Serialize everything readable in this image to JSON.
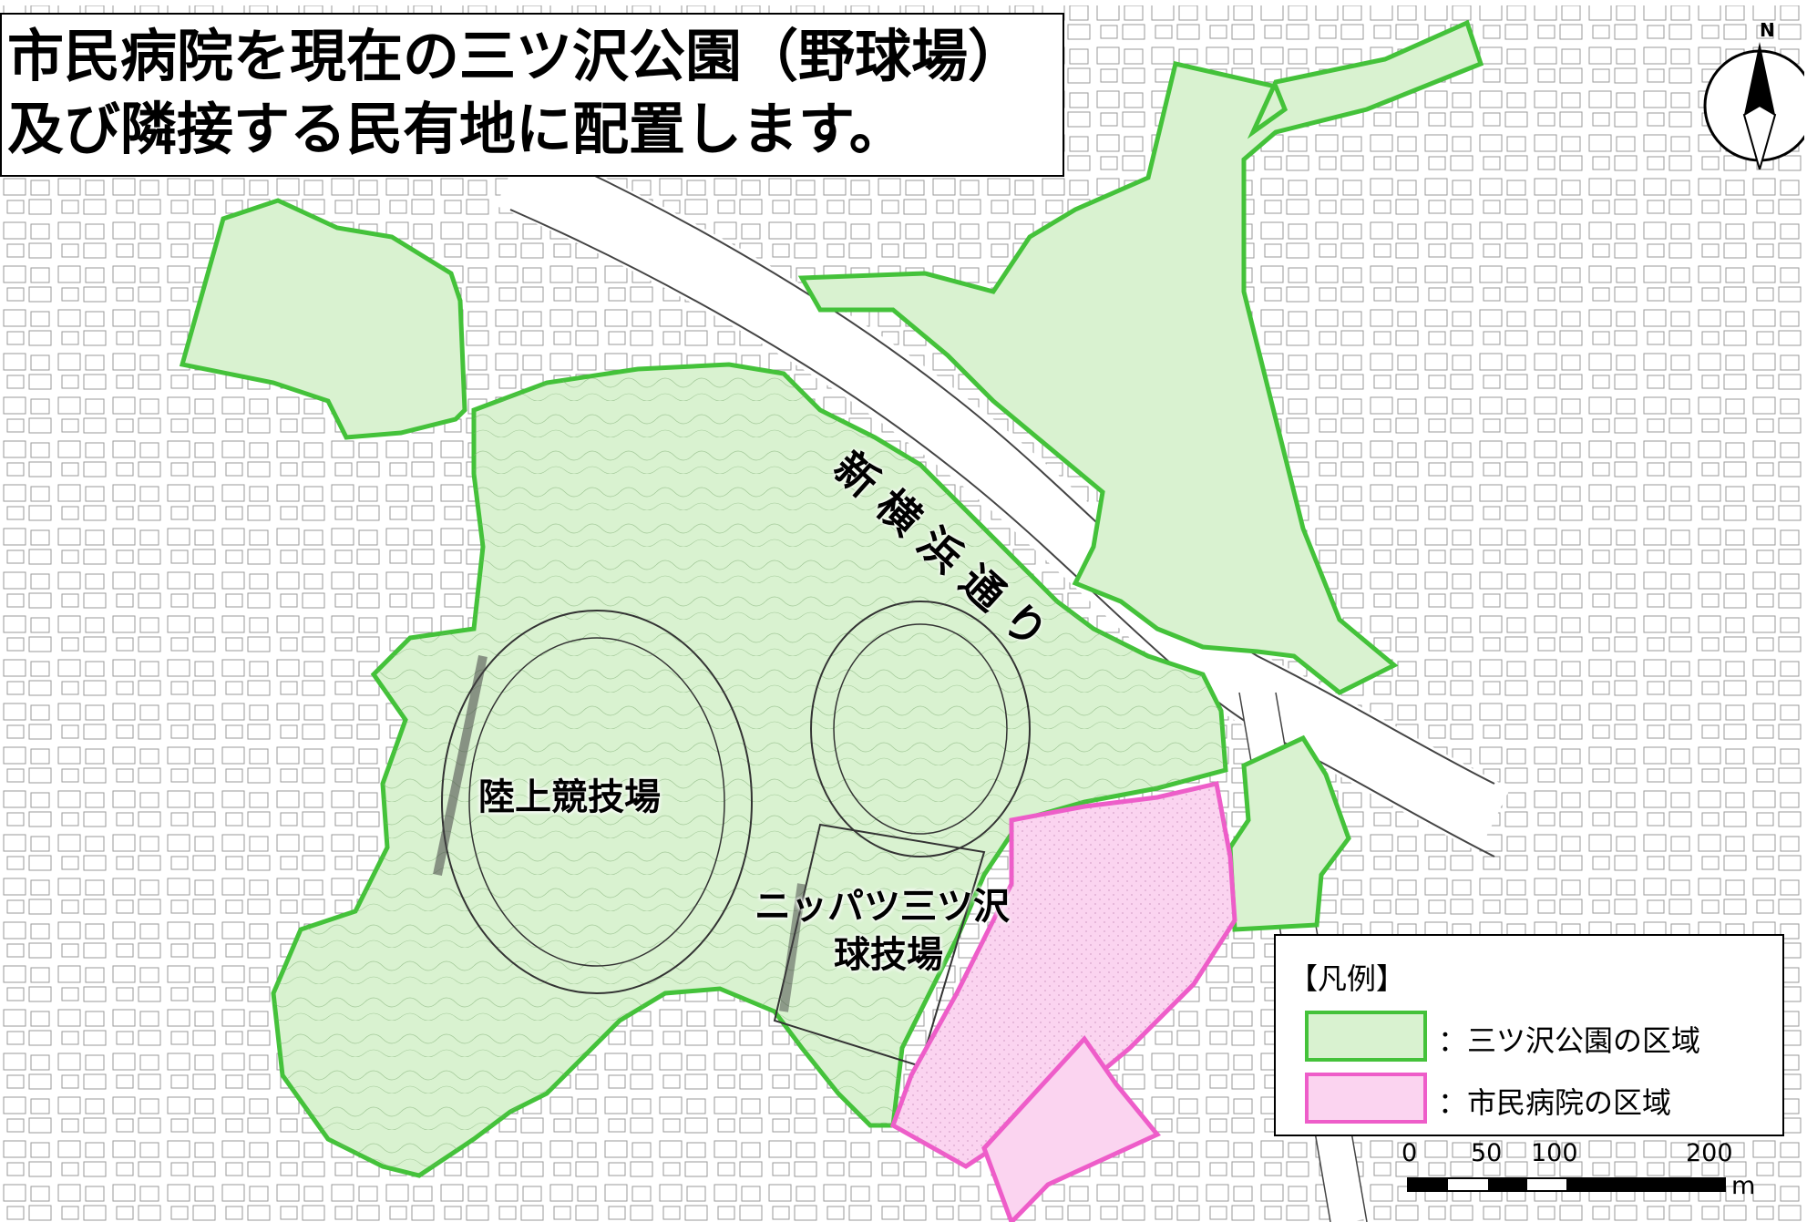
{
  "title": {
    "line1": "市民病院を現在の三ツ沢公園（野球場）",
    "line2": "及び隣接する民有地に配置します。"
  },
  "labels": {
    "road": "新横浜通り",
    "athletics": "陸上競技場",
    "stadium_line1": "ニッパツ三ツ沢",
    "stadium_line2": "球技場"
  },
  "compass": {
    "north": "N"
  },
  "legend": {
    "title": "【凡例】",
    "items": [
      {
        "label": "：三ツ沢公園の区域",
        "fill": "#d9f2d0",
        "stroke": "#44c23a"
      },
      {
        "label": "：市民病院の区域",
        "fill": "#fbd4f0",
        "stroke": "#ee5dc9"
      }
    ]
  },
  "scale": {
    "ticks": [
      "0",
      "50",
      "100",
      "200"
    ],
    "unit": "m"
  },
  "colors": {
    "park_fill": "#d9f2d0",
    "park_stroke": "#44c23a",
    "hospital_fill": "#fbd4f0",
    "hospital_stroke": "#ee5dc9",
    "header_bar": "#1d5fa8"
  }
}
